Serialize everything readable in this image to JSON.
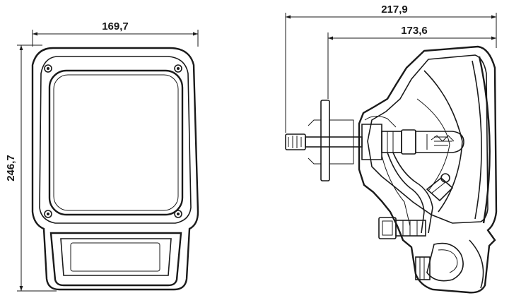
{
  "dimensions": {
    "front_width": "169,7",
    "front_height": "246,7",
    "side_total_length": "217,9",
    "side_partial_length": "173,6"
  },
  "colors": {
    "line": "#1a1a1a",
    "background": "#ffffff"
  }
}
